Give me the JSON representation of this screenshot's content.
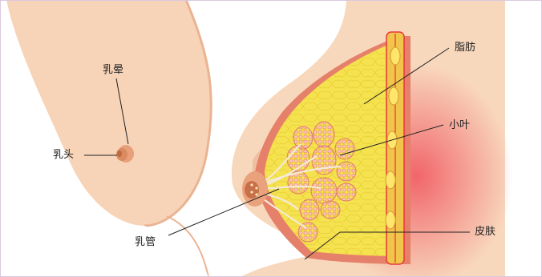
{
  "labels": {
    "areola": "乳晕",
    "nipple": "乳头",
    "ducts": "乳管",
    "fat": "脂肪",
    "lobules": "小叶",
    "skin": "皮肤"
  },
  "colors": {
    "skin": "#f7d3b6",
    "skin_shadow": "#e8a98b",
    "areola": "#d98b5f",
    "fat": "#f5e250",
    "fat_edge": "#ec6b73",
    "lobule": "#f29c8c",
    "chest_wall": "#e7363d"
  }
}
